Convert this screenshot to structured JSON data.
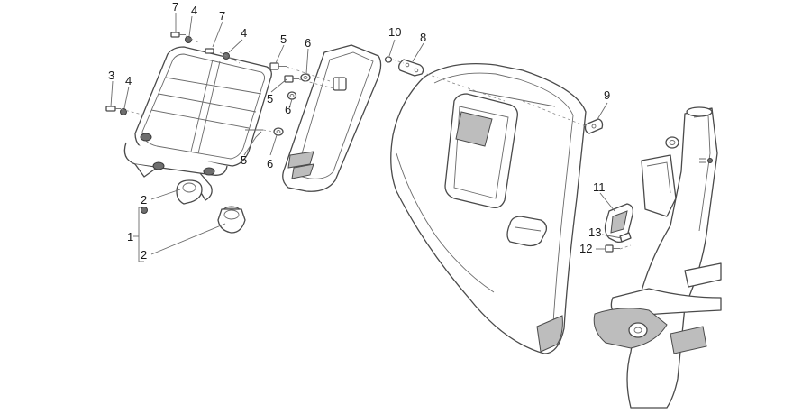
{
  "callouts": {
    "c1": "1",
    "c2a": "2",
    "c2b": "2",
    "c3": "3",
    "c4a": "4",
    "c4b": "4",
    "c4c": "4",
    "c5a": "5",
    "c5b": "5",
    "c5c": "5",
    "c6a": "6",
    "c6b": "6",
    "c6c": "6",
    "c7a": "7",
    "c7b": "7",
    "c8": "8",
    "c9": "9",
    "c10": "10",
    "c11": "11",
    "c12": "12",
    "c13": "13"
  },
  "colors": {
    "line": "#4a4a4a",
    "shade": "#bdbdbd",
    "dark": "#6e6e6e"
  }
}
